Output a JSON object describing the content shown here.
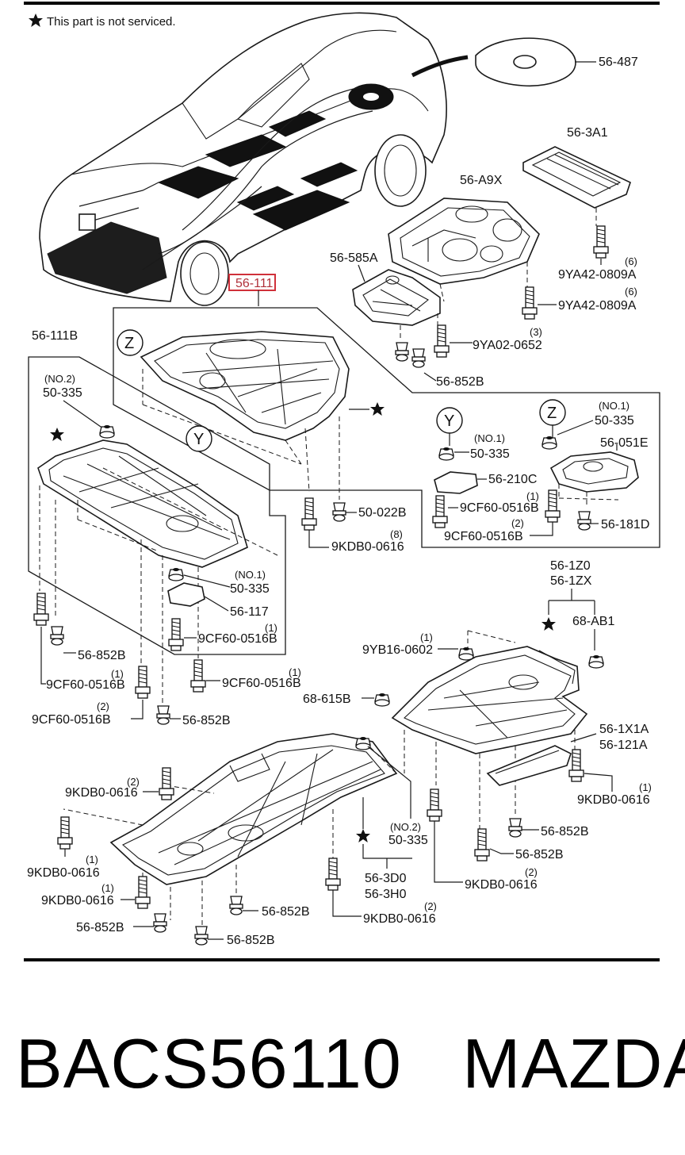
{
  "notes": {
    "star_note": "This part is not serviced.",
    "star_symbol": "★"
  },
  "callouts": {
    "c_56_487": "56-487",
    "c_56_3A1": "56-3A1",
    "c_56_A9X": "56-A9X",
    "c_9YA42_a": "9YA42-0809A",
    "c_9YA42_a_qty": "(6)",
    "c_9YA42_b": "9YA42-0809A",
    "c_9YA42_b_qty": "(6)",
    "c_56_585A": "56-585A",
    "c_56_111_highlight": "56-111",
    "c_9YA02": "9YA02-0652",
    "c_9YA02_qty": "(3)",
    "c_56_852B_top": "56-852B",
    "c_56_111B": "56-111B",
    "c_no2_a": "(NO.2)",
    "c_50_335_a": "50-335",
    "c_no1_z": "(NO.1)",
    "c_50_335_z": "50-335",
    "c_56_051E": "56-051E",
    "c_no1_y": "(NO.1)",
    "c_50_335_y": "50-335",
    "c_56_210C": "56-210C",
    "c_9CF60_y1": "9CF60-0516B",
    "c_9CF60_y1_qty": "(1)",
    "c_9CF60_y2": "9CF60-0516B",
    "c_9CF60_y2_qty": "(2)",
    "c_56_181D": "56-181D",
    "c_50_022B": "50-022B",
    "c_9KDB0_mid": "9KDB0-0616",
    "c_9KDB0_mid_qty": "(8)",
    "c_no1_b": "(NO.1)",
    "c_50_335_b": "50-335",
    "c_56_117": "56-117",
    "c_9CF60_b1": "9CF60-0516B",
    "c_9CF60_b1_qty": "(1)",
    "c_56_852B_l1": "56-852B",
    "c_9CF60_l1": "9CF60-0516B",
    "c_9CF60_l1_qty": "(1)",
    "c_9CF60_l2": "9CF60-0516B",
    "c_9CF60_l2_qty": "(1)",
    "c_9CF60_l3": "9CF60-0516B",
    "c_9CF60_l3_qty": "(2)",
    "c_56_852B_l2": "56-852B",
    "c_56_1Z0": "56-1Z0",
    "c_56_1ZX": "56-1ZX",
    "c_68_AB1": "68-AB1",
    "c_9YB16": "9YB16-0602",
    "c_9YB16_qty": "(1)",
    "c_68_615B": "68-615B",
    "c_56_1X1A": "56-1X1A",
    "c_56_121A": "56-121A",
    "c_9KDB0_r1": "9KDB0-0616",
    "c_9KDB0_r1_qty": "(1)",
    "c_56_852B_r1": "56-852B",
    "c_56_852B_r2": "56-852B",
    "c_9KDB0_r2": "9KDB0-0616",
    "c_9KDB0_r2_qty": "(2)",
    "c_9KDB0_l4": "9KDB0-0616",
    "c_9KDB0_l4_qty": "(2)",
    "c_no2_c": "(NO.2)",
    "c_50_335_c": "50-335",
    "c_56_3D0": "56-3D0",
    "c_56_3H0": "56-3H0",
    "c_9KDB0_l5": "9KDB0-0616",
    "c_9KDB0_l5_qty": "(1)",
    "c_9KDB0_l6": "9KDB0-0616",
    "c_9KDB0_l6_qty": "(1)",
    "c_56_852B_b1": "56-852B",
    "c_56_852B_b2": "56-852B",
    "c_56_852B_b3": "56-852B",
    "c_9KDB0_b": "9KDB0-0616",
    "c_9KDB0_b_qty": "(2)"
  },
  "view_markers": {
    "z_main": "Z",
    "y_main": "Y",
    "y_detail": "Y",
    "z_detail": "Z"
  },
  "footer": {
    "part_number": "BACS56110",
    "brand": "MAZDA"
  },
  "colors": {
    "highlight_box": "#d0303a",
    "line": "#1a1a1a"
  }
}
